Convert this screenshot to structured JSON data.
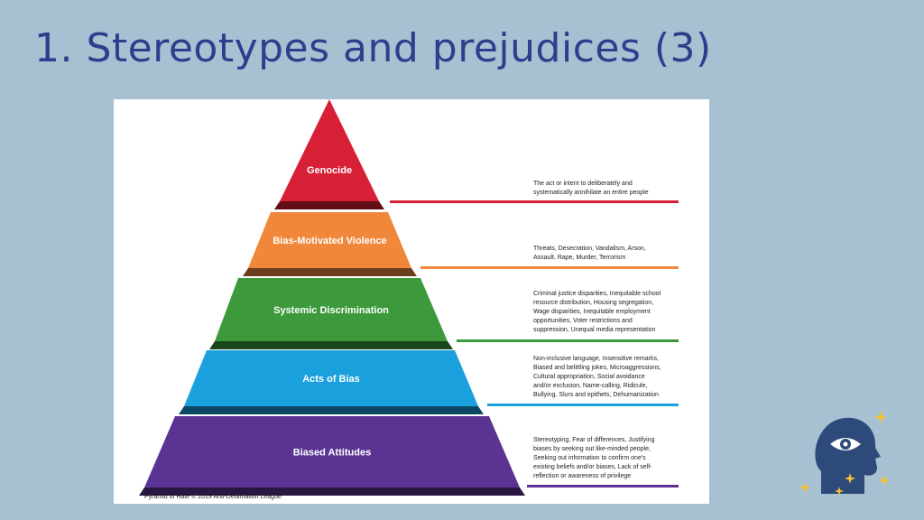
{
  "slide": {
    "title": "1. Stereotypes and prejudices (3)"
  },
  "pyramid": {
    "caption": "Pyramid of Hate © 2019  Anti-Defamation League",
    "levels": [
      {
        "label": "Genocide",
        "color": "#d71f36",
        "description_lines": [
          "The act or intent to deliberately and",
          "systematically annihilate an entire people"
        ]
      },
      {
        "label": "Bias-Motivated Violence",
        "color": "#f0873a",
        "description_lines": [
          "Threats, Desecration, Vandalism, Arson,",
          "Assault, Rape, Murder, Terrorism"
        ]
      },
      {
        "label": "Systemic Discrimination",
        "color": "#3c9a3c",
        "description_lines": [
          "Criminal justice disparities, Inequitable school",
          "resource distribution, Housing segregation,",
          "Wage disparities, Inequitable employment",
          "opportunities, Voter restrictions and",
          "suppression, Unequal media representation"
        ]
      },
      {
        "label": "Acts of Bias",
        "color": "#1aa0dc",
        "description_lines": [
          "Non-inclusive language, Insensitive remarks,",
          "Biased and belittling jokes, Microaggressions,",
          "Cultural appropriation, Social avoidance",
          "and/or exclusion, Name-calling, Ridicule,",
          "Bullying, Slurs and epithets, Dehumanization"
        ]
      },
      {
        "label": "Biased Attitudes",
        "color": "#5b3493",
        "description_lines": [
          "Stereotyping, Fear of differences, Justifying",
          "biases by seeking out like-minded people,",
          "Seeking out information to confirm one's",
          "existing beliefs and/or biases, Lack of self-",
          "reflection or awareness of privilege"
        ]
      }
    ]
  },
  "logo": {
    "icon": "head-with-eye-icon",
    "colors": {
      "head": "#2e4a7a",
      "eye": "#ffffff",
      "star": "#f2c230"
    }
  }
}
